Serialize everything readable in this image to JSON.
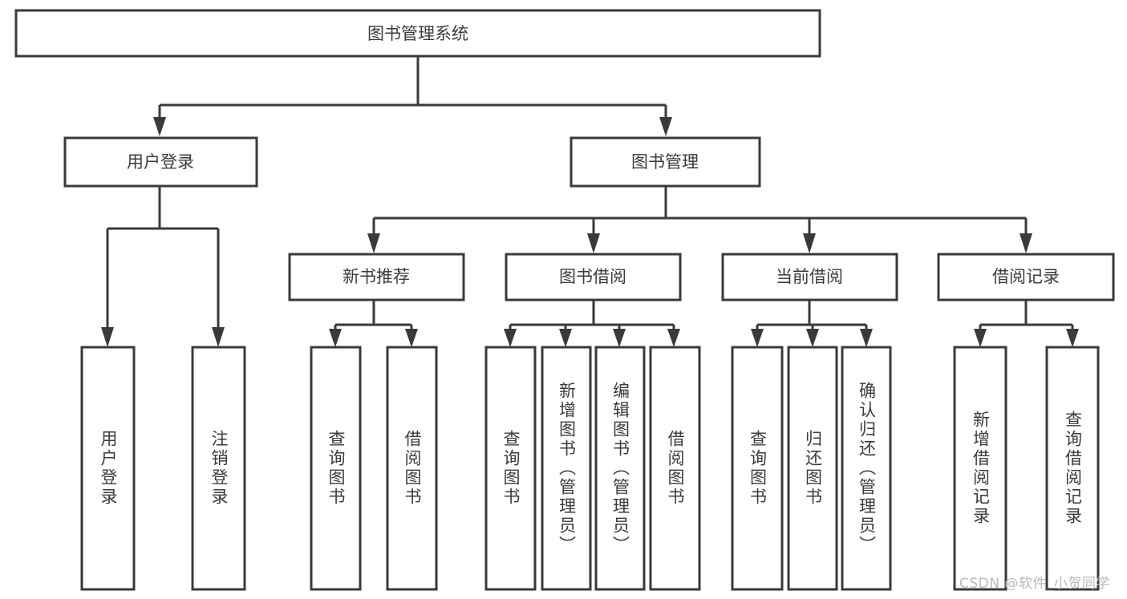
{
  "diagram": {
    "type": "tree",
    "title": "图书管理系统",
    "watermark": "CSDN @软件_小贺同学",
    "colors": {
      "box_stroke": "#3a3a3a",
      "box_fill": "#ffffff",
      "text": "#3b3b3b",
      "connector": "#3a3a3a",
      "background": "#ffffff",
      "watermark": "#b9b9b9"
    },
    "root": {
      "label": "图书管理系统"
    },
    "level2": [
      {
        "label": "用户登录"
      },
      {
        "label": "图书管理"
      }
    ],
    "level3": [
      {
        "label": "新书推荐"
      },
      {
        "label": "图书借阅"
      },
      {
        "label": "当前借阅"
      },
      {
        "label": "借阅记录"
      }
    ],
    "leaves": {
      "user_login": [
        {
          "label": "用户登录"
        },
        {
          "label": "注销登录"
        }
      ],
      "new_book_recommend": [
        {
          "label": "查询图书"
        },
        {
          "label": "借阅图书"
        }
      ],
      "book_borrow": [
        {
          "label": "查询图书"
        },
        {
          "label": "新增图书（管理员）"
        },
        {
          "label": "编辑图书（管理员）"
        },
        {
          "label": "借阅图书"
        }
      ],
      "current_borrow": [
        {
          "label": "查询图书"
        },
        {
          "label": "归还图书"
        },
        {
          "label": "确认归还（管理员）"
        }
      ],
      "borrow_record": [
        {
          "label": "新增借阅记录"
        },
        {
          "label": "查询借阅记录"
        }
      ]
    }
  }
}
